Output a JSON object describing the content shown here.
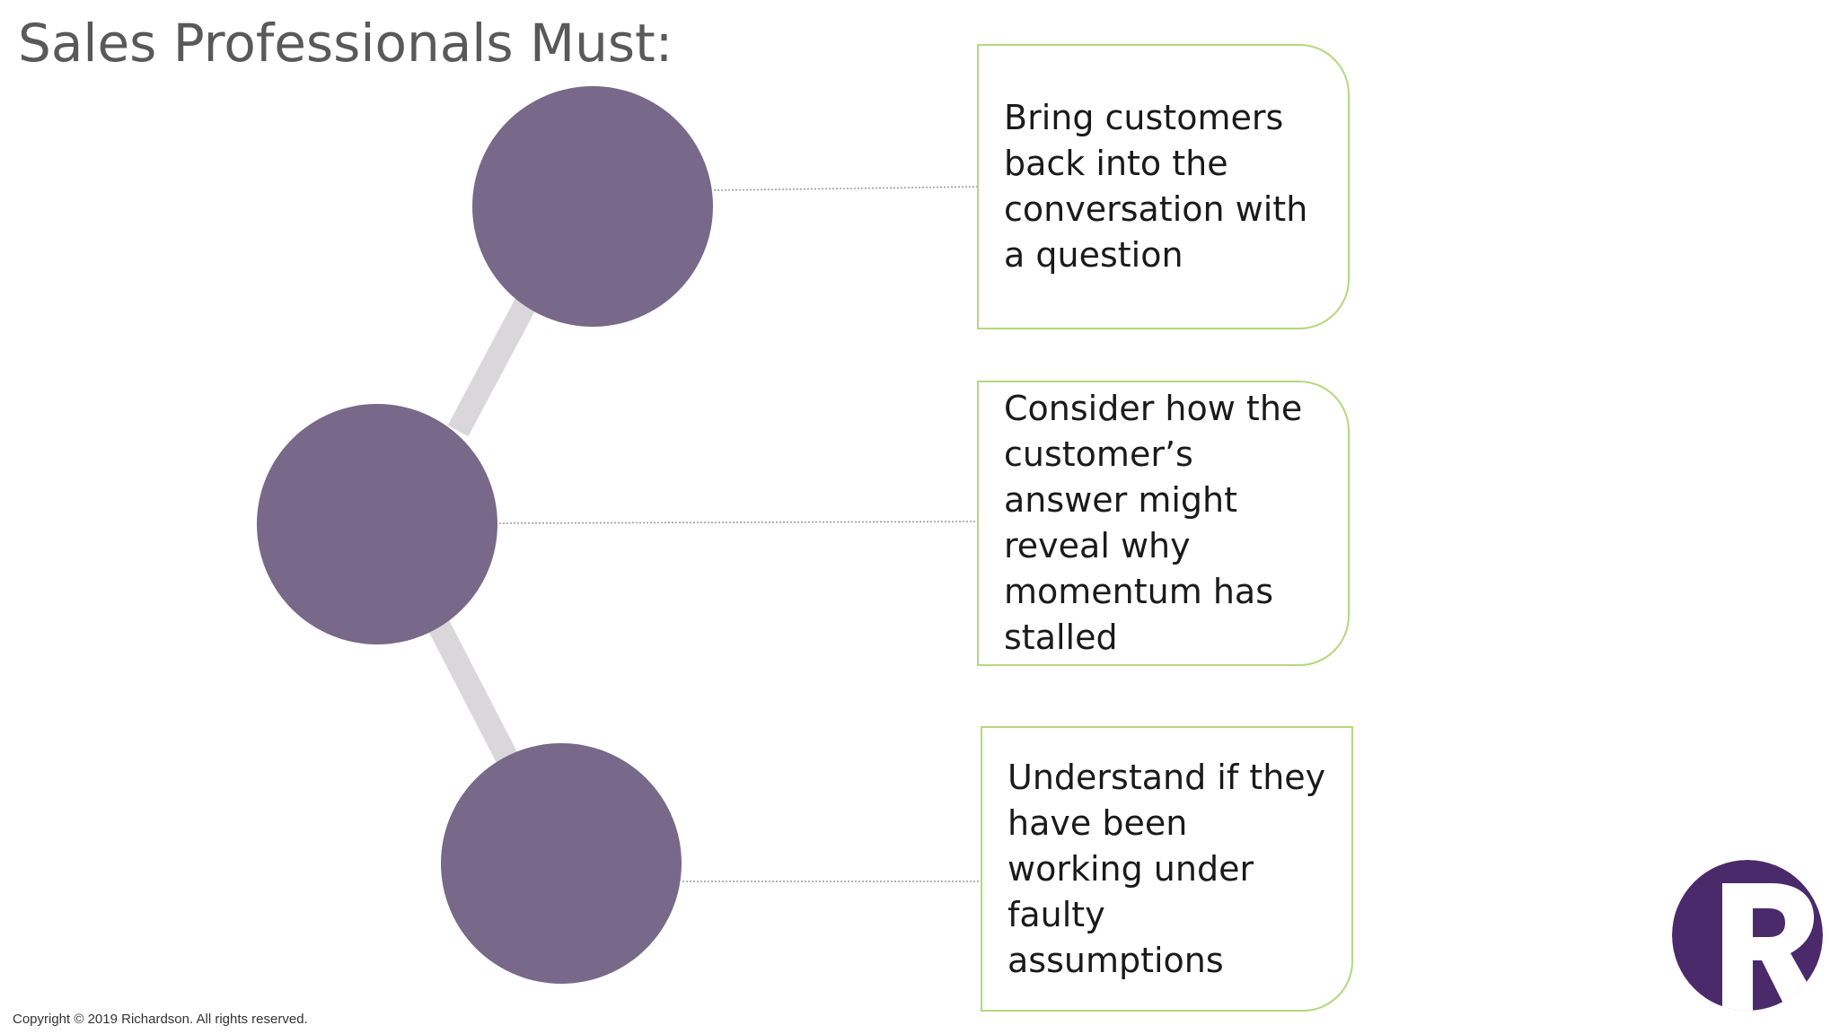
{
  "slide": {
    "title": "Sales Professionals Must:",
    "items": [
      {
        "text": "Bring customers back into the conversation with a question"
      },
      {
        "text": "Consider how the customer’s answer might reveal why momentum has stalled"
      },
      {
        "text": "Understand if they have been working under faulty assumptions"
      }
    ],
    "copyright": "Copyright © 2019 Richardson. All rights reserved."
  },
  "colors": {
    "circle": "#786889",
    "connector": "#d9d7da",
    "leader_line": "#9a9a9a",
    "box_border": "#b5d77f",
    "logo": "#4b2a6b"
  },
  "icons": {
    "logo": "richardson-r-logo"
  }
}
